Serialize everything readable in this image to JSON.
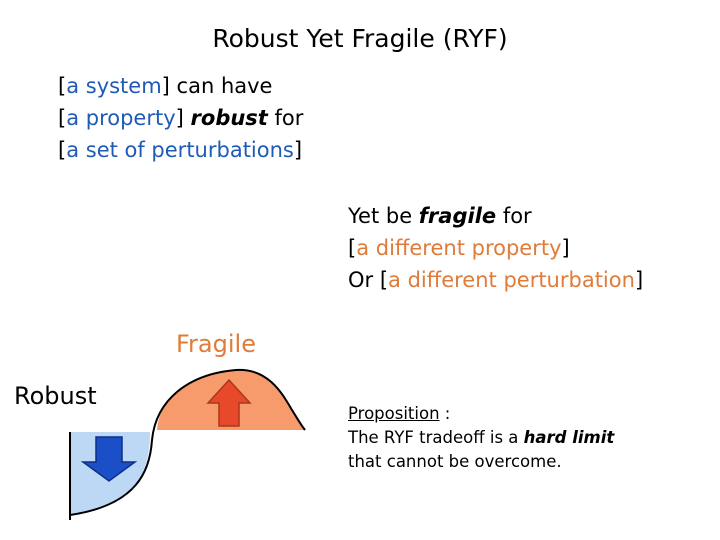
{
  "slide": {
    "title": "Robust Yet Fragile (RYF)",
    "intro": {
      "l1_open": "[",
      "l1_blue": "a system",
      "l1_rest": "] can have",
      "l2_open": "[",
      "l2_blue": "a property",
      "l2_mid": "] ",
      "l2_robust": "robust",
      "l2_rest": " for",
      "l3_open": "[",
      "l3_blue": "a set of perturbations",
      "l3_close": "]"
    },
    "contrast": {
      "l1_pre": "Yet be ",
      "l1_fragile": "fragile",
      "l1_rest": " for",
      "l2_open": "[",
      "l2_orange": "a different property",
      "l2_close": "]",
      "l3_pre": "Or [",
      "l3_orange": "a different perturbation",
      "l3_close": "]"
    },
    "diagram": {
      "fragile_label": "Fragile",
      "robust_label": "Robust",
      "fragile_fill": "#f79b6c",
      "robust_fill": "#bcd8f4",
      "up_arrow_color": "#e8492a",
      "down_arrow_color": "#1a4fc8"
    },
    "proposition": {
      "heading": "Proposition",
      "heading_suffix": " :",
      "l1_pre": "The RYF tradeoff is a ",
      "l1_bold": "hard limit",
      "l2": "that cannot be overcome."
    }
  }
}
